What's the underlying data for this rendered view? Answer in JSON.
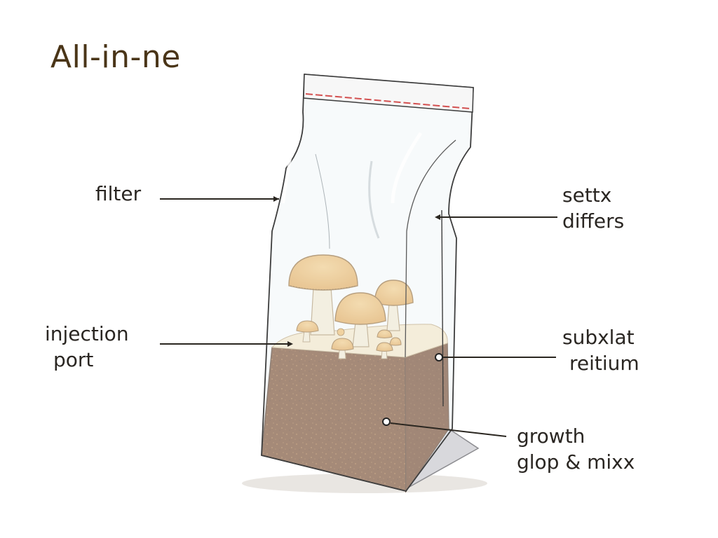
{
  "title": "All-in-ne",
  "labels": {
    "filter": [
      "filter"
    ],
    "settx": [
      "settx",
      "differs"
    ],
    "injection": [
      "injection",
      "port"
    ],
    "subxlat": [
      "subxlat",
      "reitium"
    ],
    "growth": [
      "growth",
      "glop & mixx"
    ]
  },
  "colors": {
    "title": "#4a3518",
    "text": "#2a2622",
    "leader": "#2a2620",
    "substrate": "#6b3312",
    "mushroom_cap": "#f2b659",
    "mushroom_stem": "#f8eccf",
    "seal_stripe": "#d35050"
  }
}
